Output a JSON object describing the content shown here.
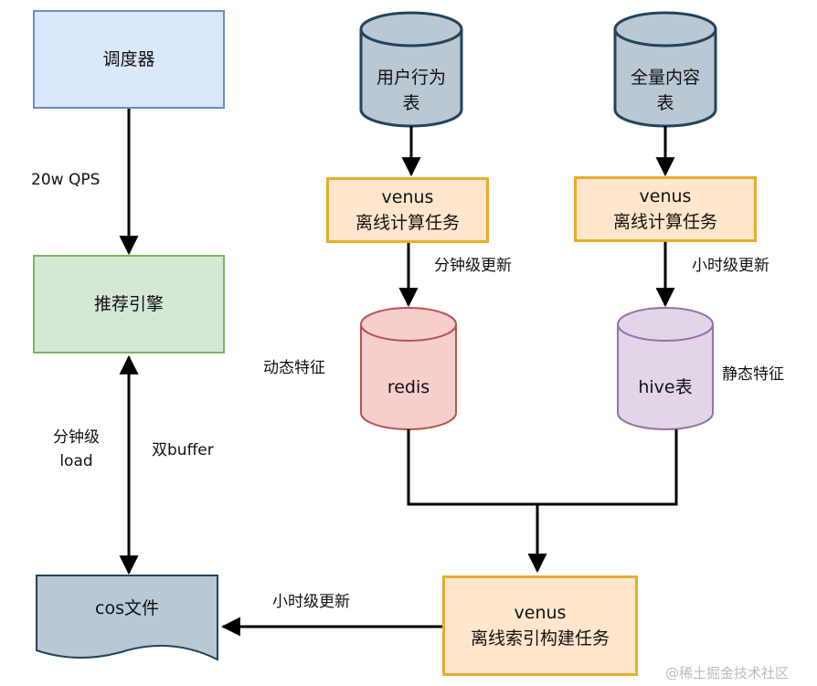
{
  "nodes": {
    "scheduler": "调度器",
    "engine": "推荐引擎",
    "user_behavior_table": [
      "用户行为",
      "表"
    ],
    "full_content_table": [
      "全量内容",
      "表"
    ],
    "venus_left": [
      "venus",
      "离线计算任务"
    ],
    "venus_right": [
      "venus",
      "离线计算任务"
    ],
    "redis": "redis",
    "hive": "hive表",
    "venus_index": [
      "venus",
      "离线索引构建任务"
    ],
    "cos_file": "cos文件"
  },
  "edge_labels": {
    "qps": "20w QPS",
    "minute_update": "分钟级更新",
    "hour_update_right": "小时级更新",
    "dynamic_feature": "动态特征",
    "static_feature": "静态特征",
    "minute_load": [
      "分钟级",
      "load"
    ],
    "double_buffer": "双buffer",
    "hour_update_bottom": "小时级更新"
  },
  "watermark": "@稀土掘金技术社区",
  "colors": {
    "blue_fill": "#dae8fc",
    "green_fill": "#d5e8d4",
    "orange_fill": "#ffe6cc",
    "db_fill": "#bac8d3",
    "redis_fill": "#f8cecc",
    "hive_fill": "#e1d5e7"
  }
}
